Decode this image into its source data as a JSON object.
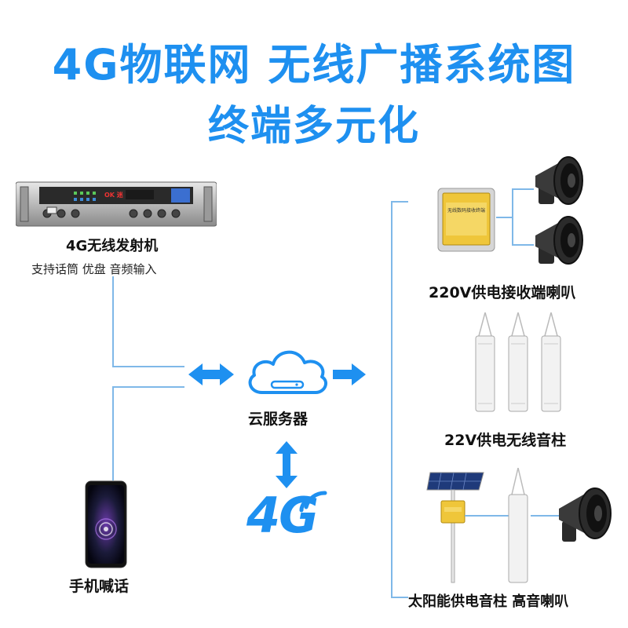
{
  "title": {
    "line1": "4G物联网 无线广播系统图",
    "line2": "终端多元化"
  },
  "transmitter": {
    "name": "4G无线发射机",
    "features": "支持话筒 优盘 音频输入",
    "badge": "OK 迷"
  },
  "cloud": {
    "label": "云服务器"
  },
  "phone": {
    "label": "手机喊话"
  },
  "network": {
    "label": "4G"
  },
  "endpoints": [
    {
      "label": "220V供电接收端喇叭",
      "device_text": "无线数码接收终端"
    },
    {
      "label": "22V供电无线音柱"
    },
    {
      "label": "太阳能供电音柱 高音喇叭"
    }
  ],
  "colors": {
    "accent": "#1e90f0",
    "line": "#7fb8e8"
  }
}
